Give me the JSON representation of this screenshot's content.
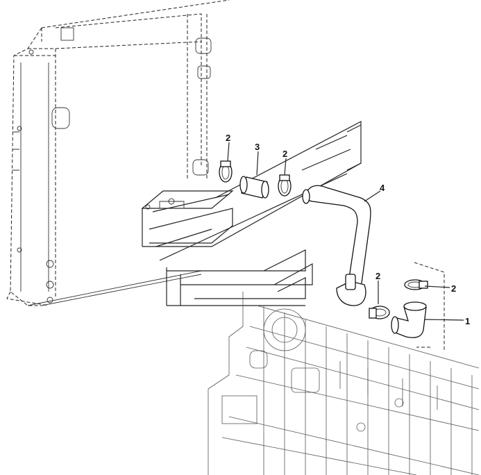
{
  "callouts": [
    {
      "id": "clamp-a",
      "label": "2"
    },
    {
      "id": "sleeve",
      "label": "3"
    },
    {
      "id": "clamp-b",
      "label": "2"
    },
    {
      "id": "pipe",
      "label": "4"
    },
    {
      "id": "clamp-c",
      "label": "2"
    },
    {
      "id": "clamp-d",
      "label": "2"
    },
    {
      "id": "elbow",
      "label": "1"
    }
  ],
  "colors": {
    "line": "#222222",
    "background": "#ffffff"
  }
}
